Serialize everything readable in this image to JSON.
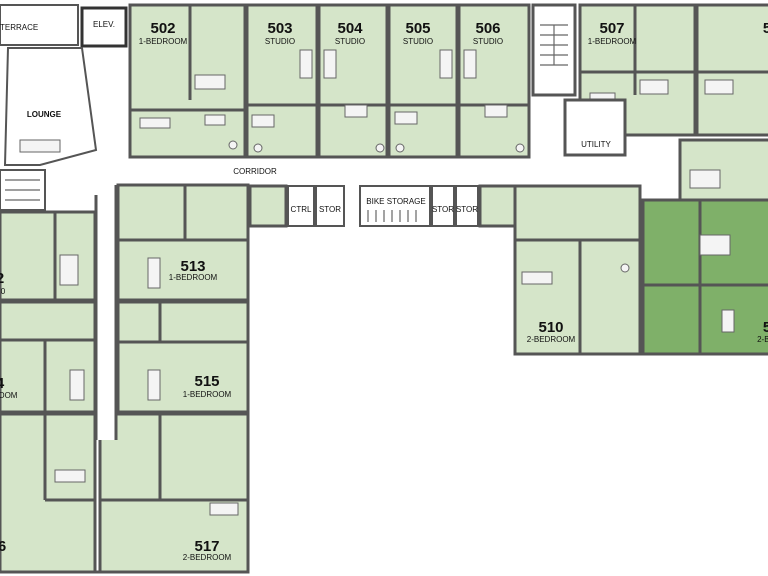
{
  "labels": {
    "terrace": "TERRACE",
    "elevator": "ELEV.",
    "lounge": "LOUNGE",
    "corridor": "CORRIDOR",
    "utility": "UTILITY",
    "ctrl": "CTRL",
    "stor": "STOR",
    "bike_storage": "BIKE STORAGE"
  },
  "units": [
    {
      "number": "502",
      "type": "1-BEDROOM"
    },
    {
      "number": "503",
      "type": "STUDIO"
    },
    {
      "number": "504",
      "type": "STUDIO"
    },
    {
      "number": "505",
      "type": "STUDIO"
    },
    {
      "number": "506",
      "type": "STUDIO"
    },
    {
      "number": "507",
      "type": "1-BEDROOM"
    },
    {
      "number": "513",
      "type": "1-BEDROOM"
    },
    {
      "number": "515",
      "type": "1-BEDROOM"
    },
    {
      "number": "510",
      "type": "2-BEDROOM"
    },
    {
      "number": "517",
      "type": "2-BEDROOM"
    }
  ],
  "edge_fragments": [
    "2",
    "0",
    "4",
    "ROOM",
    "6",
    "5",
    "5",
    "2-BE"
  ],
  "colors": {
    "unit_fill": "#d5e5c9",
    "highlighted_unit_fill": "#7fb069",
    "wall": "#555555"
  }
}
